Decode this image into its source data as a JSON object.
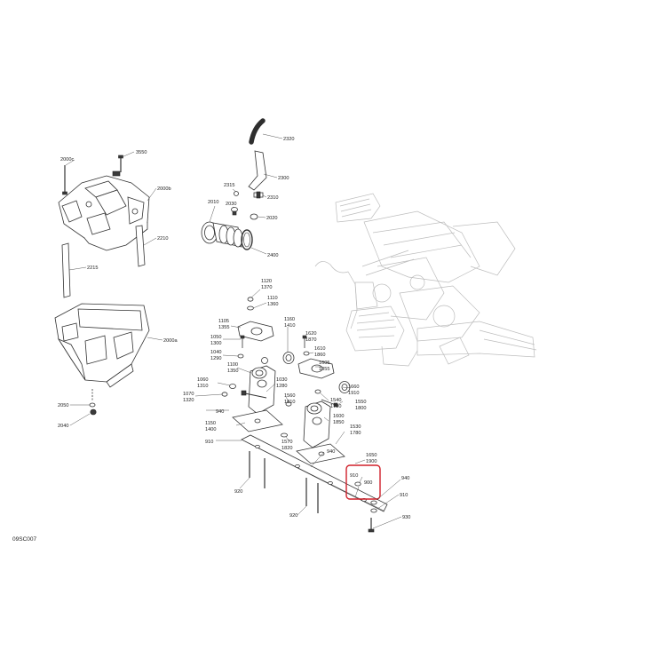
{
  "labels": {
    "l3550": "3550",
    "l2000c": "2000c",
    "l2000b": "2000b",
    "l2210": "2210",
    "l2215": "2215",
    "l2000a": "2000a",
    "l2050": "2050",
    "l2040": "2040",
    "l2320": "2320",
    "l2300": "2300",
    "l2315": "2315",
    "l2310": "2310",
    "l2010": "2010",
    "l2030": "2030",
    "l2020": "2020",
    "l2400": "2400",
    "l1120": "1120",
    "l1370": "1370",
    "l1110": "1110",
    "l1360": "1360",
    "l1105": "1105",
    "l1355": "1355",
    "l1160": "1160",
    "l1410": "1410",
    "l1050": "1050",
    "l1300": "1300",
    "l1620": "1620",
    "l1870": "1870",
    "l1040": "1040",
    "l1290": "1290",
    "l1610": "1610",
    "l1860": "1860",
    "l1100": "1100",
    "l1350": "1350",
    "l1605": "1605",
    "l1855": "1855",
    "l1060": "1060",
    "l1310": "1310",
    "l1030": "1030",
    "l1280": "1280",
    "l1660": "1660",
    "l1910": "1910",
    "l1070": "1070",
    "l1320": "1320",
    "l1560": "1560",
    "l1810": "1810",
    "l1540": "1540",
    "l1790": "1790",
    "l1550": "1550",
    "l1800": "1800",
    "l1600": "1600",
    "l1850": "1850",
    "l940a": "940",
    "l1150": "1150",
    "l1400": "1400",
    "l1530": "1530",
    "l1780": "1780",
    "l910a": "910",
    "l1570": "1570",
    "l1820": "1820",
    "l940b": "940",
    "l1650": "1650",
    "l1900": "1900",
    "l910b": "910",
    "l900": "900",
    "l940c": "940",
    "l910c": "910",
    "l920a": "920",
    "l920b": "920",
    "l930": "930"
  },
  "figure_code": "09SC007",
  "colors": {
    "highlight": "#d0202a",
    "ink": "#333333",
    "ghost": "#bdbdbd"
  }
}
